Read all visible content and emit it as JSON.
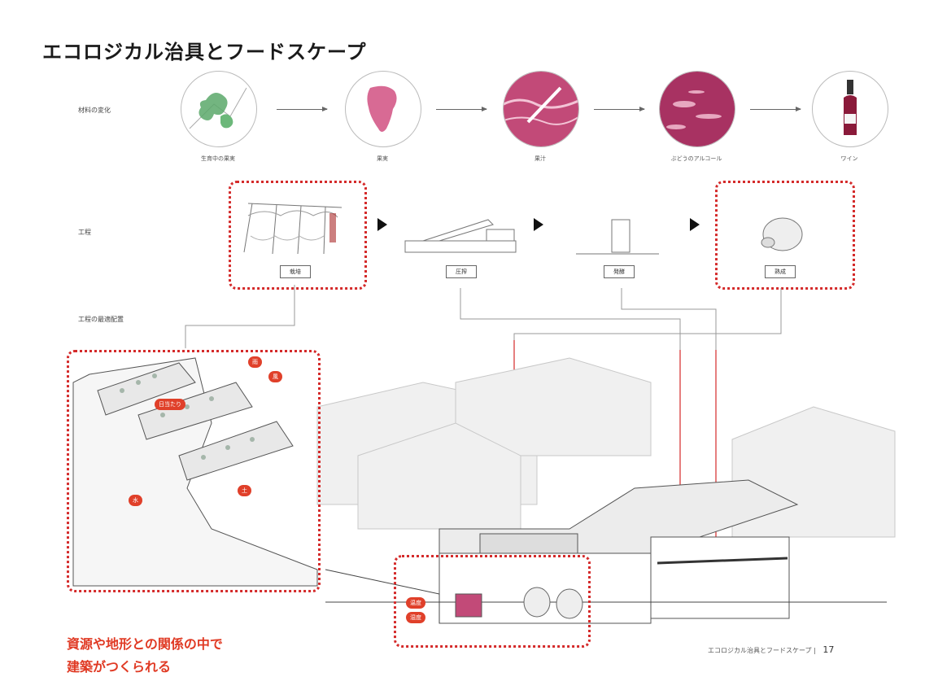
{
  "title": "エコロジカル治具とフードスケープ",
  "rows": {
    "materials": "材料の変化",
    "process": "工程",
    "placement": "工程の最適配置"
  },
  "materials": [
    {
      "label": "生育中の果実"
    },
    {
      "label": "果実"
    },
    {
      "label": "果汁"
    },
    {
      "label": "ぶどうのアルコール"
    },
    {
      "label": "ワイン"
    }
  ],
  "process": [
    {
      "label": "栽培"
    },
    {
      "label": "圧搾"
    },
    {
      "label": "発酵"
    },
    {
      "label": "熟成"
    }
  ],
  "tags": {
    "t1": "雨",
    "t2": "風",
    "t3": "日当たり",
    "t4": "水",
    "t5": "土",
    "t6": "温度",
    "t7": "湿度"
  },
  "bottom": {
    "line1": "資源や地形との関係の中で",
    "line2": "建築がつくられる"
  },
  "footer": {
    "text": "エコロジカル治具とフードスケープ",
    "page": "17"
  },
  "colors": {
    "accent_red": "#d42a2a",
    "grape_pink": "#c24a78",
    "wine": "#8a1a3a",
    "leaf_green": "#5aa86a"
  }
}
